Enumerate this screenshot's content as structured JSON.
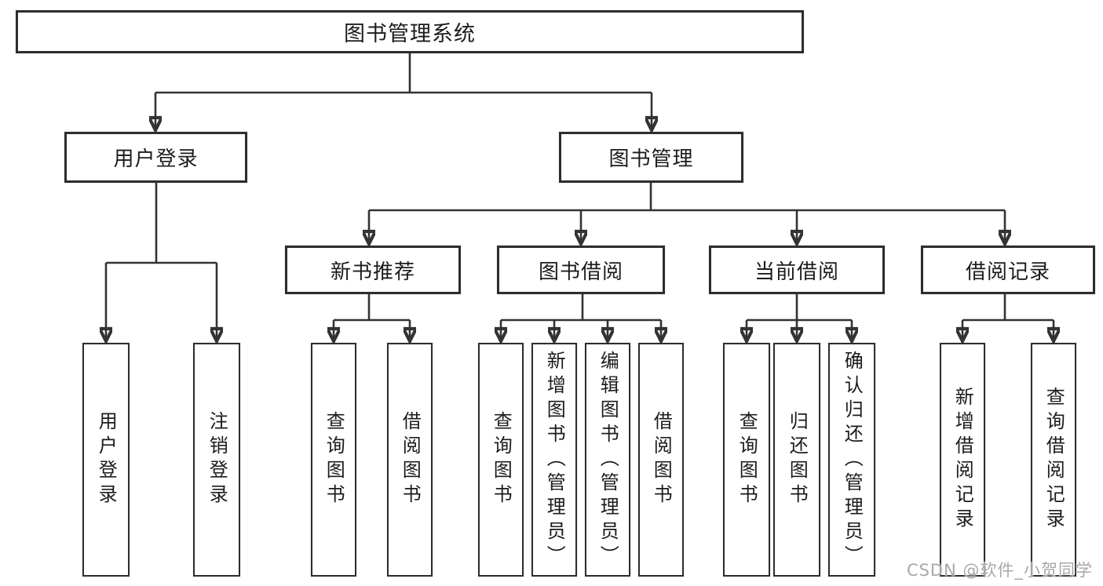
{
  "diagram": {
    "root": {
      "label": "图书管理系统"
    },
    "branches": [
      {
        "label": "用户登录",
        "children": [
          {
            "label": "用户登录"
          },
          {
            "label": "注销登录"
          }
        ]
      },
      {
        "label": "图书管理",
        "sections": [
          {
            "label": "新书推荐",
            "children": [
              {
                "label": "查询图书"
              },
              {
                "label": "借阅图书"
              }
            ]
          },
          {
            "label": "图书借阅",
            "children": [
              {
                "label": "查询图书"
              },
              {
                "label": "新增图书（管理员）"
              },
              {
                "label": "编辑图书（管理员）"
              },
              {
                "label": "借阅图书"
              }
            ]
          },
          {
            "label": "当前借阅",
            "children": [
              {
                "label": "查询图书"
              },
              {
                "label": "归还图书"
              },
              {
                "label": "确认归还（管理员）"
              }
            ]
          },
          {
            "label": "借阅记录",
            "children": [
              {
                "label": "新增借阅记录"
              },
              {
                "label": "查询借阅记录"
              }
            ]
          }
        ]
      }
    ]
  },
  "watermark": {
    "text": "CSDN @软件_小贺同学"
  },
  "colors": {
    "line": "#333333",
    "box_border": "#2d2d2d",
    "text": "#1c1c1c",
    "watermark": "#a8a8a8",
    "background": "#ffffff"
  }
}
